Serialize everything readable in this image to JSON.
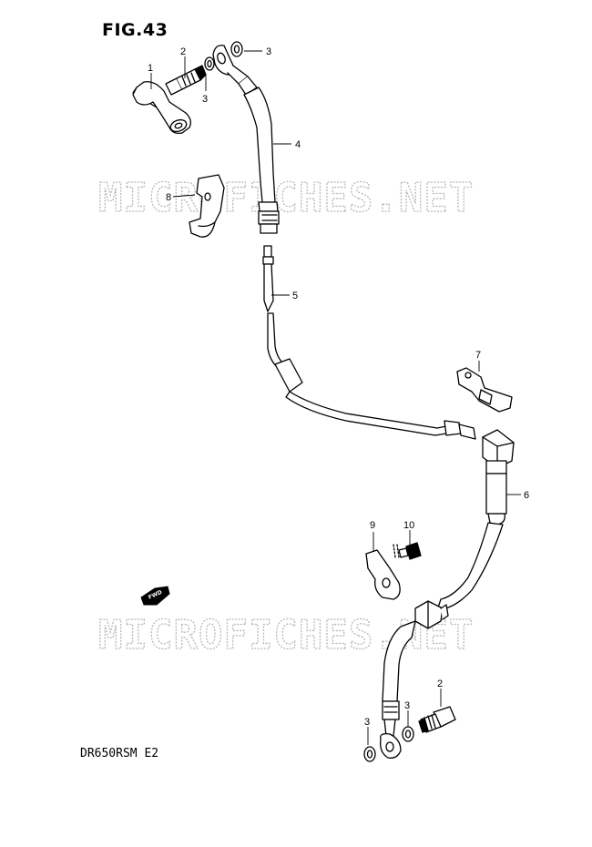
{
  "figure": {
    "title": "FIG.43",
    "model_code": "DR650RSM E2"
  },
  "watermark": {
    "text": "MICROFICHES.NET"
  },
  "direction_badge": "FWD",
  "callouts": [
    {
      "id": "c1",
      "label": "1"
    },
    {
      "id": "c2a",
      "label": "2"
    },
    {
      "id": "c3a",
      "label": "3"
    },
    {
      "id": "c3b",
      "label": "3"
    },
    {
      "id": "c4",
      "label": "4"
    },
    {
      "id": "c5",
      "label": "5"
    },
    {
      "id": "c6",
      "label": "6"
    },
    {
      "id": "c7",
      "label": "7"
    },
    {
      "id": "c8",
      "label": "8"
    },
    {
      "id": "c9",
      "label": "9"
    },
    {
      "id": "c10",
      "label": "10"
    },
    {
      "id": "c2b",
      "label": "2"
    },
    {
      "id": "c3c",
      "label": "3"
    },
    {
      "id": "c3d",
      "label": "3"
    }
  ],
  "colors": {
    "line": "#000000",
    "watermark": "#b8b8b8",
    "background": "#ffffff"
  }
}
